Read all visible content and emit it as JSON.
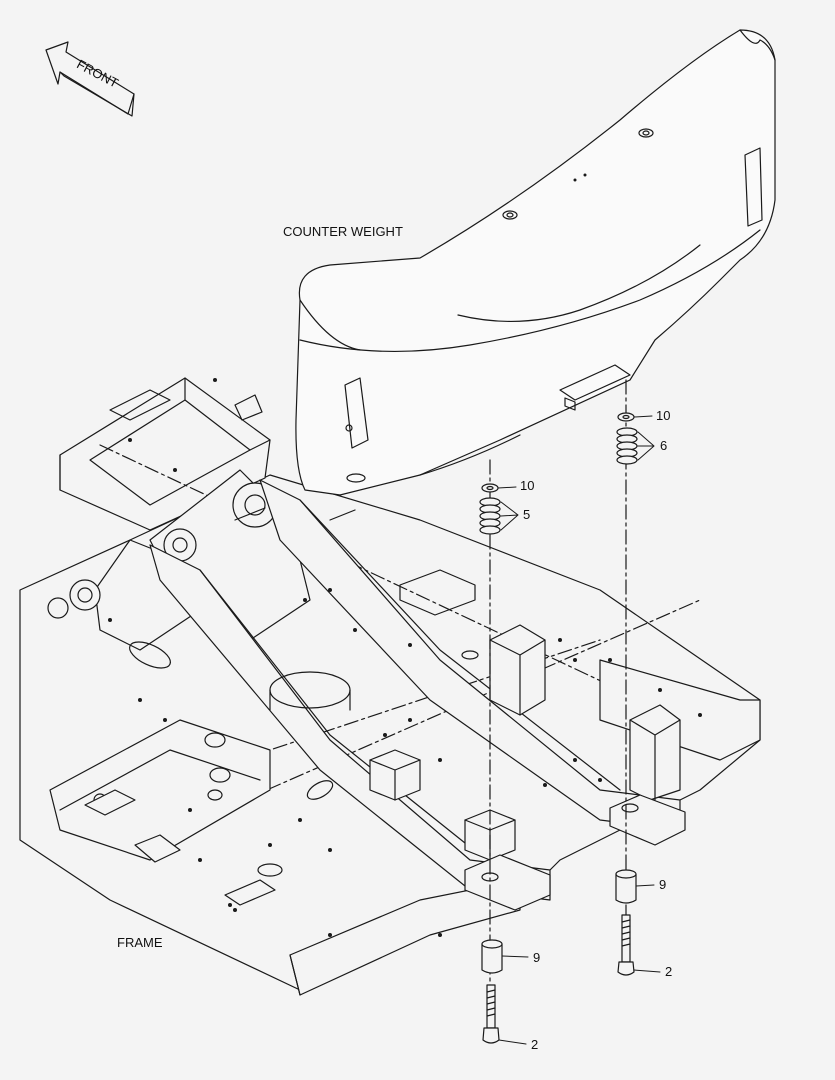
{
  "labels": {
    "front": "FRONT",
    "counter_weight": "COUNTER WEIGHT",
    "frame": "FRAME"
  },
  "callouts": {
    "washer_right": "10",
    "shims_right": "6",
    "washer_left": "10",
    "shims_left": "5",
    "spacer_right": "9",
    "bolt_right": "2",
    "spacer_left": "9",
    "bolt_left": "2"
  },
  "colors": {
    "background": "#f4f4f4",
    "line": "#1a1a1a"
  }
}
